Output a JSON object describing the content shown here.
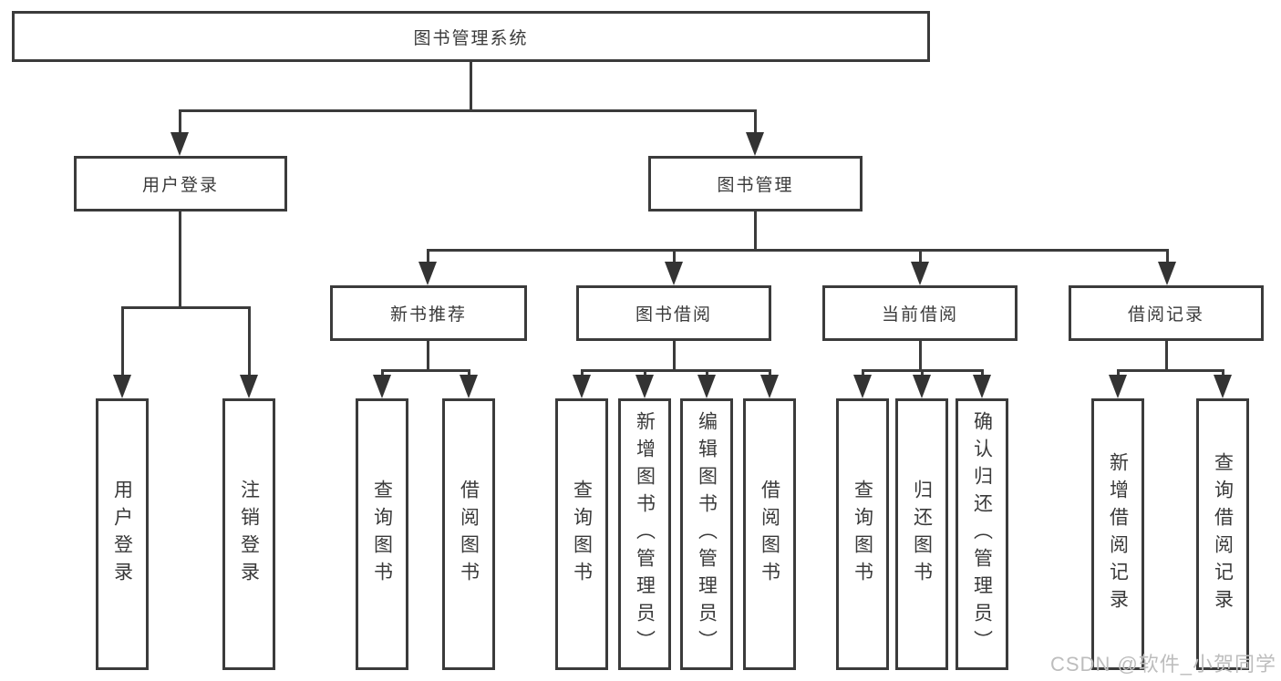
{
  "diagram": {
    "root": {
      "label": "图书管理系统"
    },
    "branches": [
      {
        "label": "用户登录",
        "children": [
          {
            "label": "用户登录"
          },
          {
            "label": "注销登录"
          }
        ]
      },
      {
        "label": "图书管理",
        "children": [
          {
            "label": "新书推荐",
            "children": [
              {
                "label": "查询图书"
              },
              {
                "label": "借阅图书"
              }
            ]
          },
          {
            "label": "图书借阅",
            "children": [
              {
                "label": "查询图书"
              },
              {
                "label": "新增图书（管理员）"
              },
              {
                "label": "编辑图书（管理员）"
              },
              {
                "label": "借阅图书"
              }
            ]
          },
          {
            "label": "当前借阅",
            "children": [
              {
                "label": "查询图书"
              },
              {
                "label": "归还图书"
              },
              {
                "label": "确认归还（管理员）"
              }
            ]
          },
          {
            "label": "借阅记录",
            "children": [
              {
                "label": "新增借阅记录"
              },
              {
                "label": "查询借阅记录"
              }
            ]
          }
        ]
      }
    ]
  },
  "colors": {
    "line": "#3b3b3b",
    "text": "#3a3a3a",
    "watermark": "#bdbdbd",
    "background": "#ffffff"
  },
  "watermark": {
    "text": "CSDN @软件_小贺同学"
  }
}
